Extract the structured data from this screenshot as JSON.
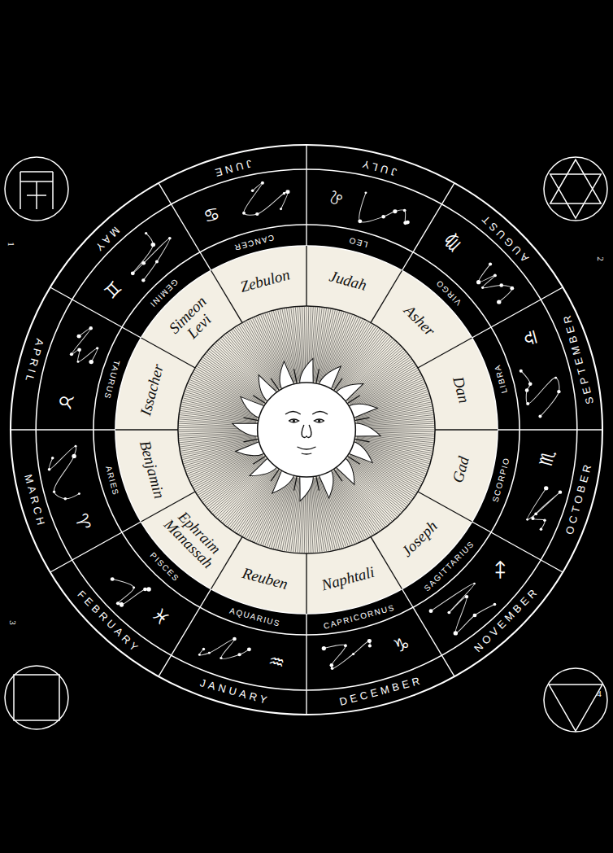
{
  "diagram": {
    "labels": [
      "JUNE",
      "JULY",
      "AUGUST",
      "SEPTEMBER",
      "OCTOBER",
      "NOVEMBER",
      "DECEMBER",
      "JANUARY",
      "FEBRUARY",
      "MARCH",
      "APRIL",
      "MAY",
      "CANCER",
      "LEO",
      "VIRGO",
      "LIBRA",
      "SCORPIO",
      "SAGITTARIUS",
      "CAPRICORNUS",
      "AQUARIUS",
      "PISCES",
      "ARIES",
      "TAURUS",
      "GEMINI",
      "Zebulon",
      "Judah",
      "Asher",
      "Dan",
      "Gad",
      "Joseph",
      "Naphtali",
      "Reuben",
      "Ephraim Manassah",
      "Benjamin",
      "Issacher",
      "Simeon Levi",
      "♋",
      "♌",
      "♍",
      "♎",
      "♏",
      "♐",
      "♑",
      "♒",
      "♓",
      "♈",
      "♉",
      "♊",
      "1",
      "2",
      "3",
      "4"
    ]
  }
}
